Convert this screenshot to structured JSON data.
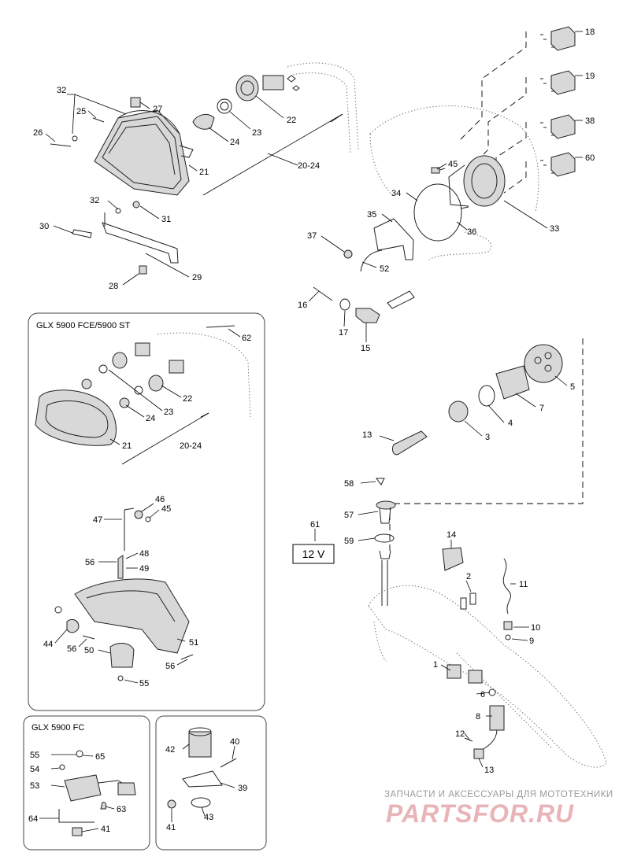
{
  "insets": {
    "glx_fce_st": "GLX 5900 FCE/5900 ST",
    "glx_fc": "GLX 5900 FC"
  },
  "voltage_box": "12 V",
  "watermark": {
    "subtitle": "ЗАПЧАСТИ И АКСЕССУАРЫ ДЛЯ МОТОТЕХНИКИ",
    "logo": "PARTSFOR.RU",
    "color": "#e8b4b8"
  },
  "callouts": [
    {
      "id": "c18",
      "text": "18"
    },
    {
      "id": "c19",
      "text": "19"
    },
    {
      "id": "c38",
      "text": "38"
    },
    {
      "id": "c60",
      "text": "60"
    },
    {
      "id": "c32a",
      "text": "32"
    },
    {
      "id": "c27",
      "text": "27"
    },
    {
      "id": "c25",
      "text": "25"
    },
    {
      "id": "c26",
      "text": "26"
    },
    {
      "id": "c23a",
      "text": "23"
    },
    {
      "id": "c22a",
      "text": "22"
    },
    {
      "id": "c24a",
      "text": "24"
    },
    {
      "id": "c21a",
      "text": "21"
    },
    {
      "id": "c2024a",
      "text": "20-24"
    },
    {
      "id": "c45a",
      "text": "45"
    },
    {
      "id": "c34",
      "text": "34"
    },
    {
      "id": "c32b",
      "text": "32"
    },
    {
      "id": "c31",
      "text": "31"
    },
    {
      "id": "c30",
      "text": "30"
    },
    {
      "id": "c35",
      "text": "35"
    },
    {
      "id": "c33",
      "text": "33"
    },
    {
      "id": "c37",
      "text": "37"
    },
    {
      "id": "c36",
      "text": "36"
    },
    {
      "id": "c52",
      "text": "52"
    },
    {
      "id": "c28",
      "text": "28"
    },
    {
      "id": "c29",
      "text": "29"
    },
    {
      "id": "c16",
      "text": "16"
    },
    {
      "id": "c17",
      "text": "17"
    },
    {
      "id": "c15",
      "text": "15"
    },
    {
      "id": "c62",
      "text": "62"
    },
    {
      "id": "c22b",
      "text": "22"
    },
    {
      "id": "c23b",
      "text": "23"
    },
    {
      "id": "c24b",
      "text": "24"
    },
    {
      "id": "c21b",
      "text": "21"
    },
    {
      "id": "c2024b",
      "text": "20-24"
    },
    {
      "id": "c5",
      "text": "5"
    },
    {
      "id": "c7",
      "text": "7"
    },
    {
      "id": "c4",
      "text": "4"
    },
    {
      "id": "c3",
      "text": "3"
    },
    {
      "id": "c13a",
      "text": "13"
    },
    {
      "id": "c58",
      "text": "58"
    },
    {
      "id": "c46",
      "text": "46"
    },
    {
      "id": "c45b",
      "text": "45"
    },
    {
      "id": "c47",
      "text": "47"
    },
    {
      "id": "c57",
      "text": "57"
    },
    {
      "id": "c61",
      "text": "61"
    },
    {
      "id": "c59",
      "text": "59"
    },
    {
      "id": "c14",
      "text": "14"
    },
    {
      "id": "c48",
      "text": "48"
    },
    {
      "id": "c56a",
      "text": "56"
    },
    {
      "id": "c49",
      "text": "49"
    },
    {
      "id": "c2",
      "text": "2"
    },
    {
      "id": "c11",
      "text": "11"
    },
    {
      "id": "c10",
      "text": "10"
    },
    {
      "id": "c9",
      "text": "9"
    },
    {
      "id": "c44",
      "text": "44"
    },
    {
      "id": "c56b",
      "text": "56"
    },
    {
      "id": "c51",
      "text": "51"
    },
    {
      "id": "c50",
      "text": "50"
    },
    {
      "id": "c56c",
      "text": "56"
    },
    {
      "id": "c55a",
      "text": "55"
    },
    {
      "id": "c1",
      "text": "1"
    },
    {
      "id": "c6",
      "text": "6"
    },
    {
      "id": "c8",
      "text": "8"
    },
    {
      "id": "c12",
      "text": "12"
    },
    {
      "id": "c13b",
      "text": "13"
    },
    {
      "id": "c55b",
      "text": "55"
    },
    {
      "id": "c65",
      "text": "65"
    },
    {
      "id": "c54",
      "text": "54"
    },
    {
      "id": "c53",
      "text": "53"
    },
    {
      "id": "c63",
      "text": "63"
    },
    {
      "id": "c64",
      "text": "64"
    },
    {
      "id": "c41a",
      "text": "41"
    },
    {
      "id": "c42",
      "text": "42"
    },
    {
      "id": "c40",
      "text": "40"
    },
    {
      "id": "c39",
      "text": "39"
    },
    {
      "id": "c41b",
      "text": "41"
    },
    {
      "id": "c43",
      "text": "43"
    }
  ]
}
